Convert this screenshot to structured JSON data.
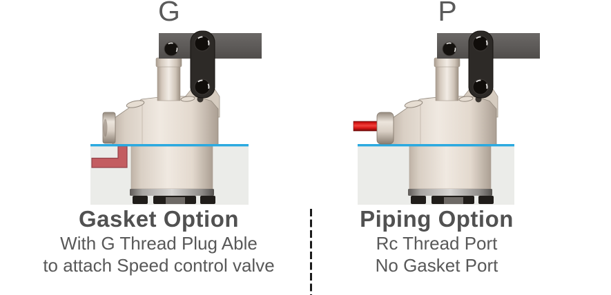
{
  "gasket": {
    "code": "G",
    "title": "Gasket Option",
    "lines": [
      "With G Thread Plug Able",
      "to attach Speed control valve"
    ]
  },
  "piping": {
    "code": "P",
    "title": "Piping Option",
    "lines": [
      "Rc Thread Port",
      "No Gasket Port"
    ]
  },
  "colors": {
    "surface_line_blue": "#2aa9e0",
    "gasket_passage_red": "#c35d61",
    "piping_tube_red": "#e01715",
    "plate_gray": "#ebece9",
    "lever_arm_gray": "#5f5c5a",
    "link_black": "#2d2a27",
    "body_cream": "#ece4da",
    "text_gray": "#585858",
    "divider_black": "#1b1b1b"
  }
}
